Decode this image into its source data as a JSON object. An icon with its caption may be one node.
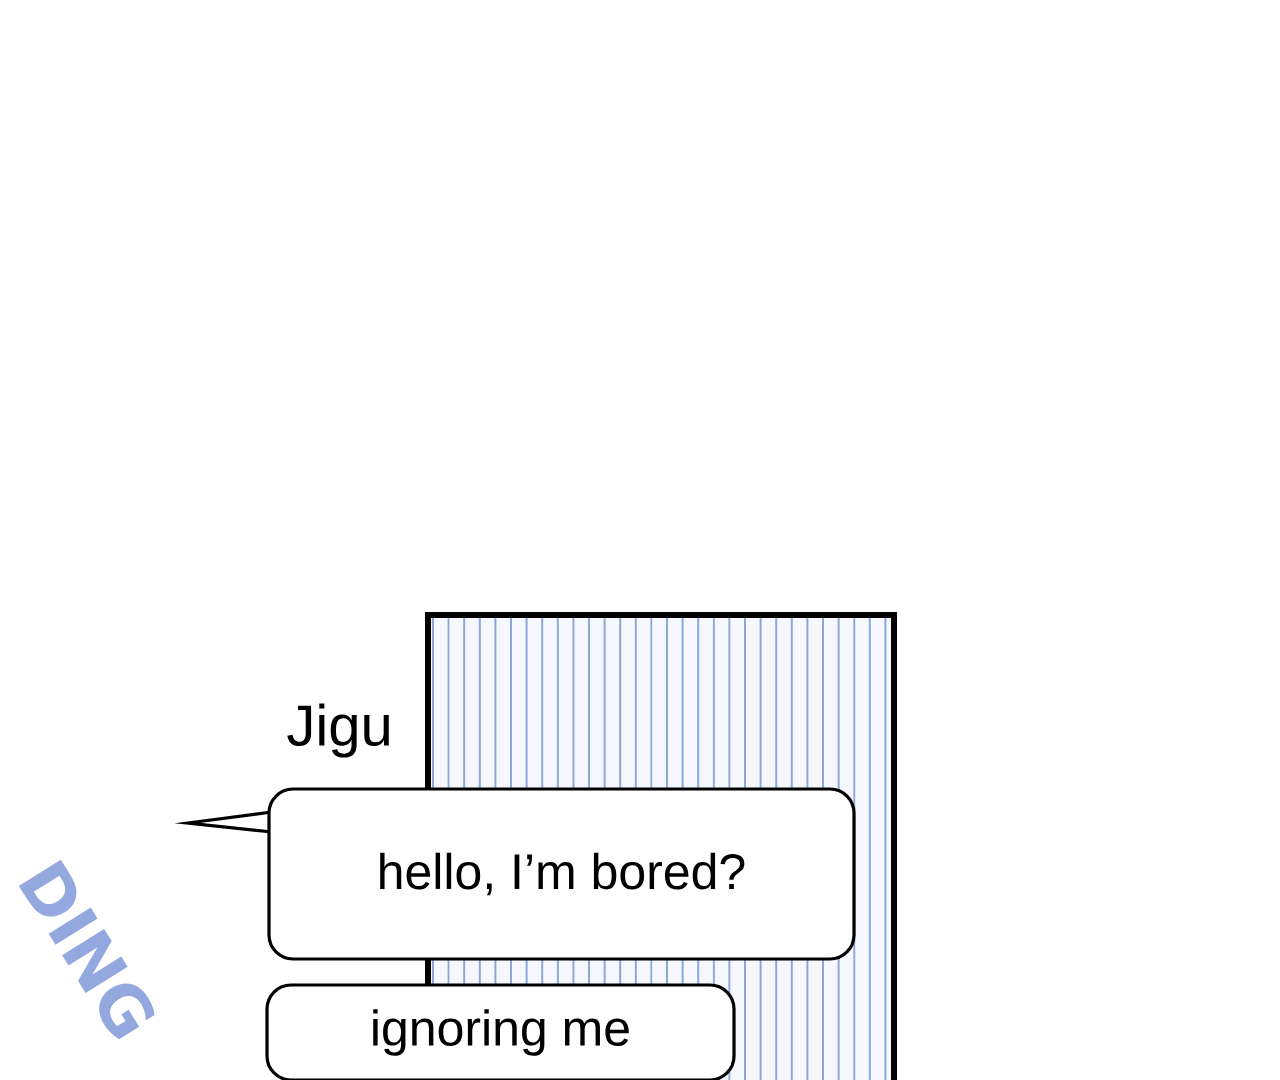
{
  "diagram": {
    "nodes": [
      {
        "text": [
          "hello, I’m bored?"
        ],
        "beside": [
          "Jigu"
        ]
      },
      {
        "text": [
          "ignoring me"
        ]
      }
    ],
    "labels": [
      "DING"
    ]
  }
}
